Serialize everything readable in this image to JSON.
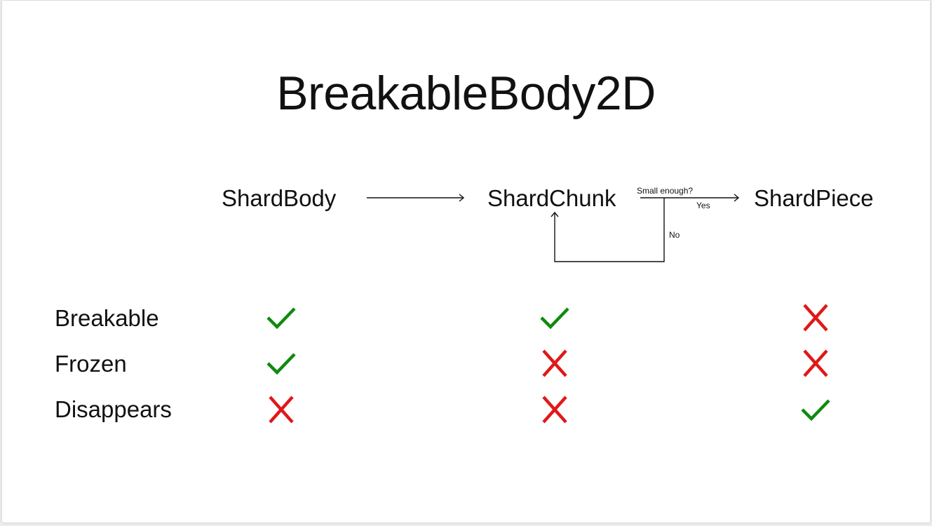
{
  "title": "BreakableBody2D",
  "flow": {
    "nodes": [
      "ShardBody",
      "ShardChunk",
      "ShardPiece"
    ],
    "condition": "Small enough?",
    "yes_label": "Yes",
    "no_label": "No"
  },
  "matrix": {
    "columns": [
      "ShardBody",
      "ShardChunk",
      "ShardPiece"
    ],
    "rows": [
      {
        "label": "Breakable",
        "values": [
          true,
          true,
          false
        ]
      },
      {
        "label": "Frozen",
        "values": [
          true,
          false,
          false
        ]
      },
      {
        "label": "Disappears",
        "values": [
          false,
          false,
          true
        ]
      }
    ]
  },
  "colors": {
    "check": "#0f8a0f",
    "cross": "#e01818"
  },
  "icons": {
    "true": "check-icon",
    "false": "cross-icon"
  }
}
